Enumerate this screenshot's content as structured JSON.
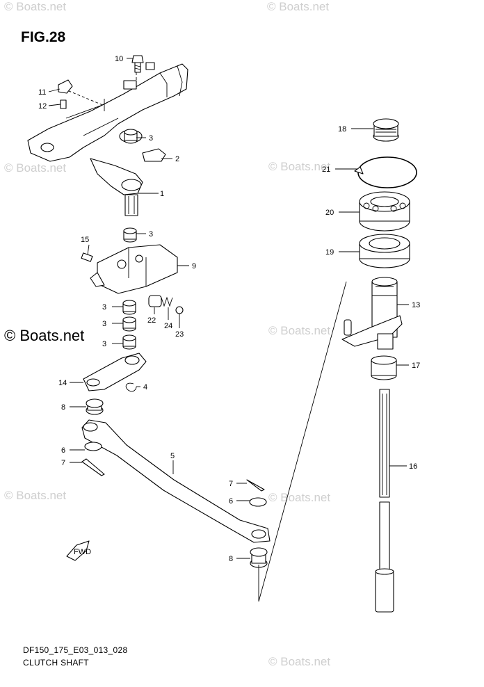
{
  "figure": {
    "title": "FIG.28",
    "code": "DF150_175_E03_013_028",
    "name": "CLUTCH SHAFT"
  },
  "watermark": {
    "text": "© Boats.net"
  },
  "callouts": {
    "p1": "1",
    "p2": "2",
    "p3": "3",
    "p4": "4",
    "p5": "5",
    "p6": "6",
    "p7": "7",
    "p8": "8",
    "p9": "9",
    "p10": "10",
    "p11": "11",
    "p12": "12",
    "p13": "13",
    "p14": "14",
    "p15": "15",
    "p16": "16",
    "p17": "17",
    "p18": "18",
    "p19": "19",
    "p20": "20",
    "p21": "21",
    "p22": "22",
    "p23": "23",
    "p24": "24"
  },
  "fwd_label": "FWD"
}
